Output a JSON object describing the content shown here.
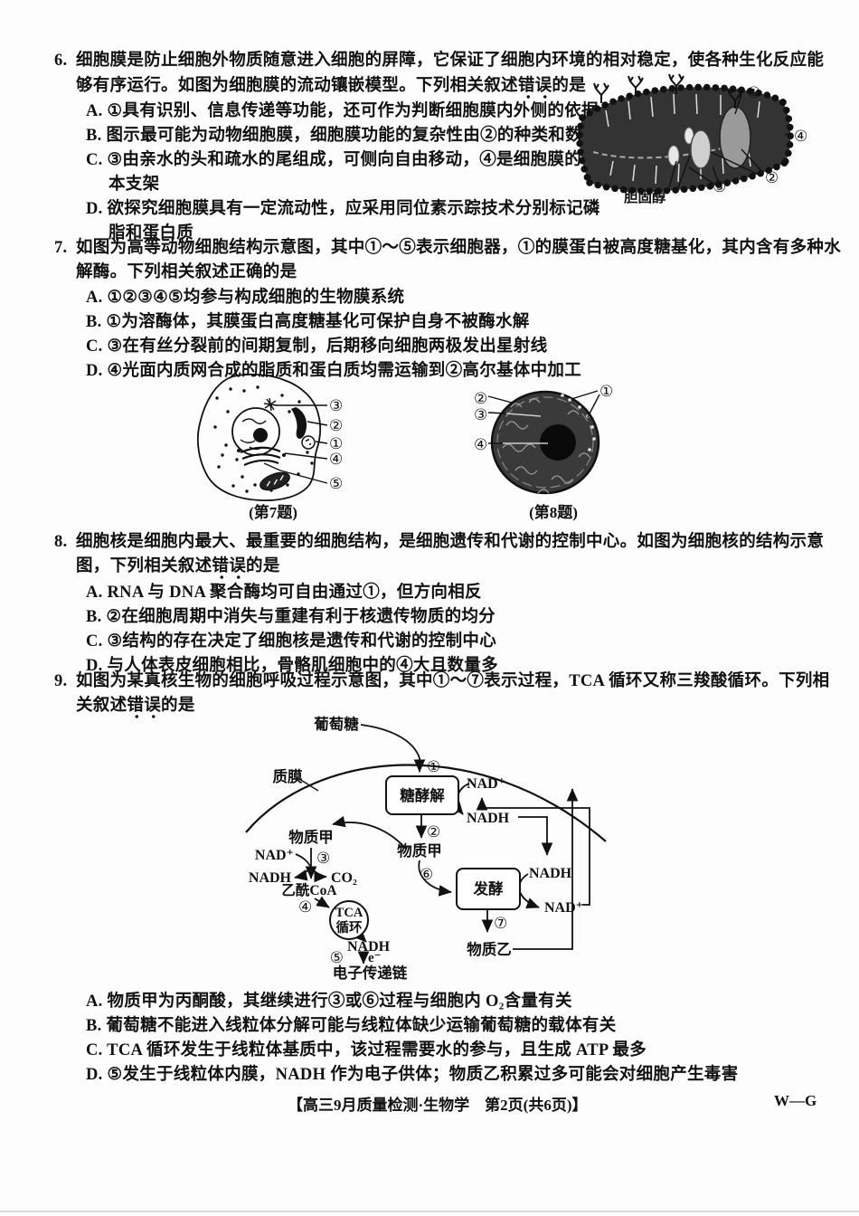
{
  "footer": {
    "center": "【高三9月质量检测·生物学　第2页(共6页)】",
    "right": "W—G"
  },
  "q6": {
    "num": "6.",
    "line1": "细胞膜是防止细胞外物质随意进入细胞的屏障，它保证了细胞内环境的相对稳定，使各种生化反应能",
    "line2_pre": "够有序运行。如图为细胞膜的流动镶嵌模型。下列相关叙述",
    "line2_emph": "错误",
    "line2_post": "的是",
    "optA": "A. ①具有识别、信息传递等功能，还可作为判断细胞膜内外侧的依据",
    "optB": "B. 图示最可能为动物细胞膜，细胞膜功能的复杂性由②的种类和数量决定",
    "optC1": "C. ③由亲水的头和疏水的尾组成，可侧向自由移动，④是细胞膜的基",
    "optC2": "本支架",
    "optD1": "D. 欲探究细胞膜具有一定流动性，应采用同位素示踪技术分别标记磷",
    "optD2": "脂和蛋白质",
    "fig": {
      "n1": "①",
      "n2": "②",
      "n3": "③",
      "n4": "④",
      "cholesterol": "胆固醇"
    }
  },
  "q7": {
    "num": "7.",
    "line1": "如图为高等动物细胞结构示意图，其中①～⑤表示细胞器，①的膜蛋白被高度糖基化，其内含有多种水",
    "line2": "解酶。下列相关叙述正确的是",
    "optA": "A. ①②③④⑤均参与构成细胞的生物膜系统",
    "optB": "B. ①为溶酶体，其膜蛋白高度糖基化可保护自身不被酶水解",
    "optC": "C. ③在有丝分裂前的间期复制，后期移向细胞两极发出星射线",
    "optD": "D. ④光面内质网合成的脂质和蛋白质均需运输到②高尔基体中加工",
    "fig": {
      "n1": "①",
      "n2": "②",
      "n3": "③",
      "n4": "④",
      "n5": "⑤",
      "caption": "(第7题)"
    }
  },
  "q8": {
    "num": "8.",
    "line1": "细胞核是细胞内最大、最重要的细胞结构，是细胞遗传和代谢的控制中心。如图为细胞核的结构示意",
    "line2_pre": "图，下列相关叙述",
    "line2_emph": "错误",
    "line2_post": "的是",
    "optA": "A. RNA 与 DNA 聚合酶均可自由通过①，但方向相反",
    "optB": "B. ②在细胞周期中消失与重建有利于核遗传物质的均分",
    "optC": "C. ③结构的存在决定了细胞核是遗传和代谢的控制中心",
    "optD": "D. 与人体表皮细胞相比，骨骼肌细胞中的④大且数量多",
    "fig": {
      "n1": "①",
      "n2": "②",
      "n3": "③",
      "n4": "④",
      "caption": "(第8题)"
    }
  },
  "q9": {
    "num": "9.",
    "line1": "如图为某真核生物的细胞呼吸过程示意图，其中①～⑦表示过程，TCA 循环又称三羧酸循环。下列相",
    "line2_pre": "关叙述",
    "line2_emph": "错误",
    "line2_post": "的是",
    "optA": "A. 物质甲为丙酮酸，其继续进行③或⑥过程与细胞内 O₂含量有关",
    "optB": "B. 葡萄糖不能进入线粒体分解可能与线粒体缺少运输葡萄糖的载体有关",
    "optC": "C. TCA 循环发生于线粒体基质中，该过程需要水的参与，且生成 ATP 最多",
    "optD": "D. ⑤发生于线粒体内膜，NADH 作为电子供体；物质乙积累过多可能会对细胞产生毒害",
    "fig": {
      "glucose": "葡萄糖",
      "membrane": "质膜",
      "glycolysis": "糖酵解",
      "fermentation": "发酵",
      "tca1": "TCA",
      "tca2": "循环",
      "etc": "电子传递链",
      "sub_a_left": "物质甲",
      "sub_a_mid": "物质甲",
      "sub_b": "物质乙",
      "acetyl_coa": "乙酰CoA",
      "nad_1": "NAD⁺",
      "nadh_1": "NADH",
      "nad_2": "NAD⁺",
      "nadh_2": "NADH",
      "nadh_3": "NADH",
      "nadh_4": "NADH",
      "nad_3": "NAD⁺",
      "co2": "CO₂",
      "e_minus": "e⁻",
      "n1": "①",
      "n2": "②",
      "n3": "③",
      "n4": "④",
      "n5": "⑤",
      "n6": "⑥",
      "n7": "⑦"
    }
  }
}
